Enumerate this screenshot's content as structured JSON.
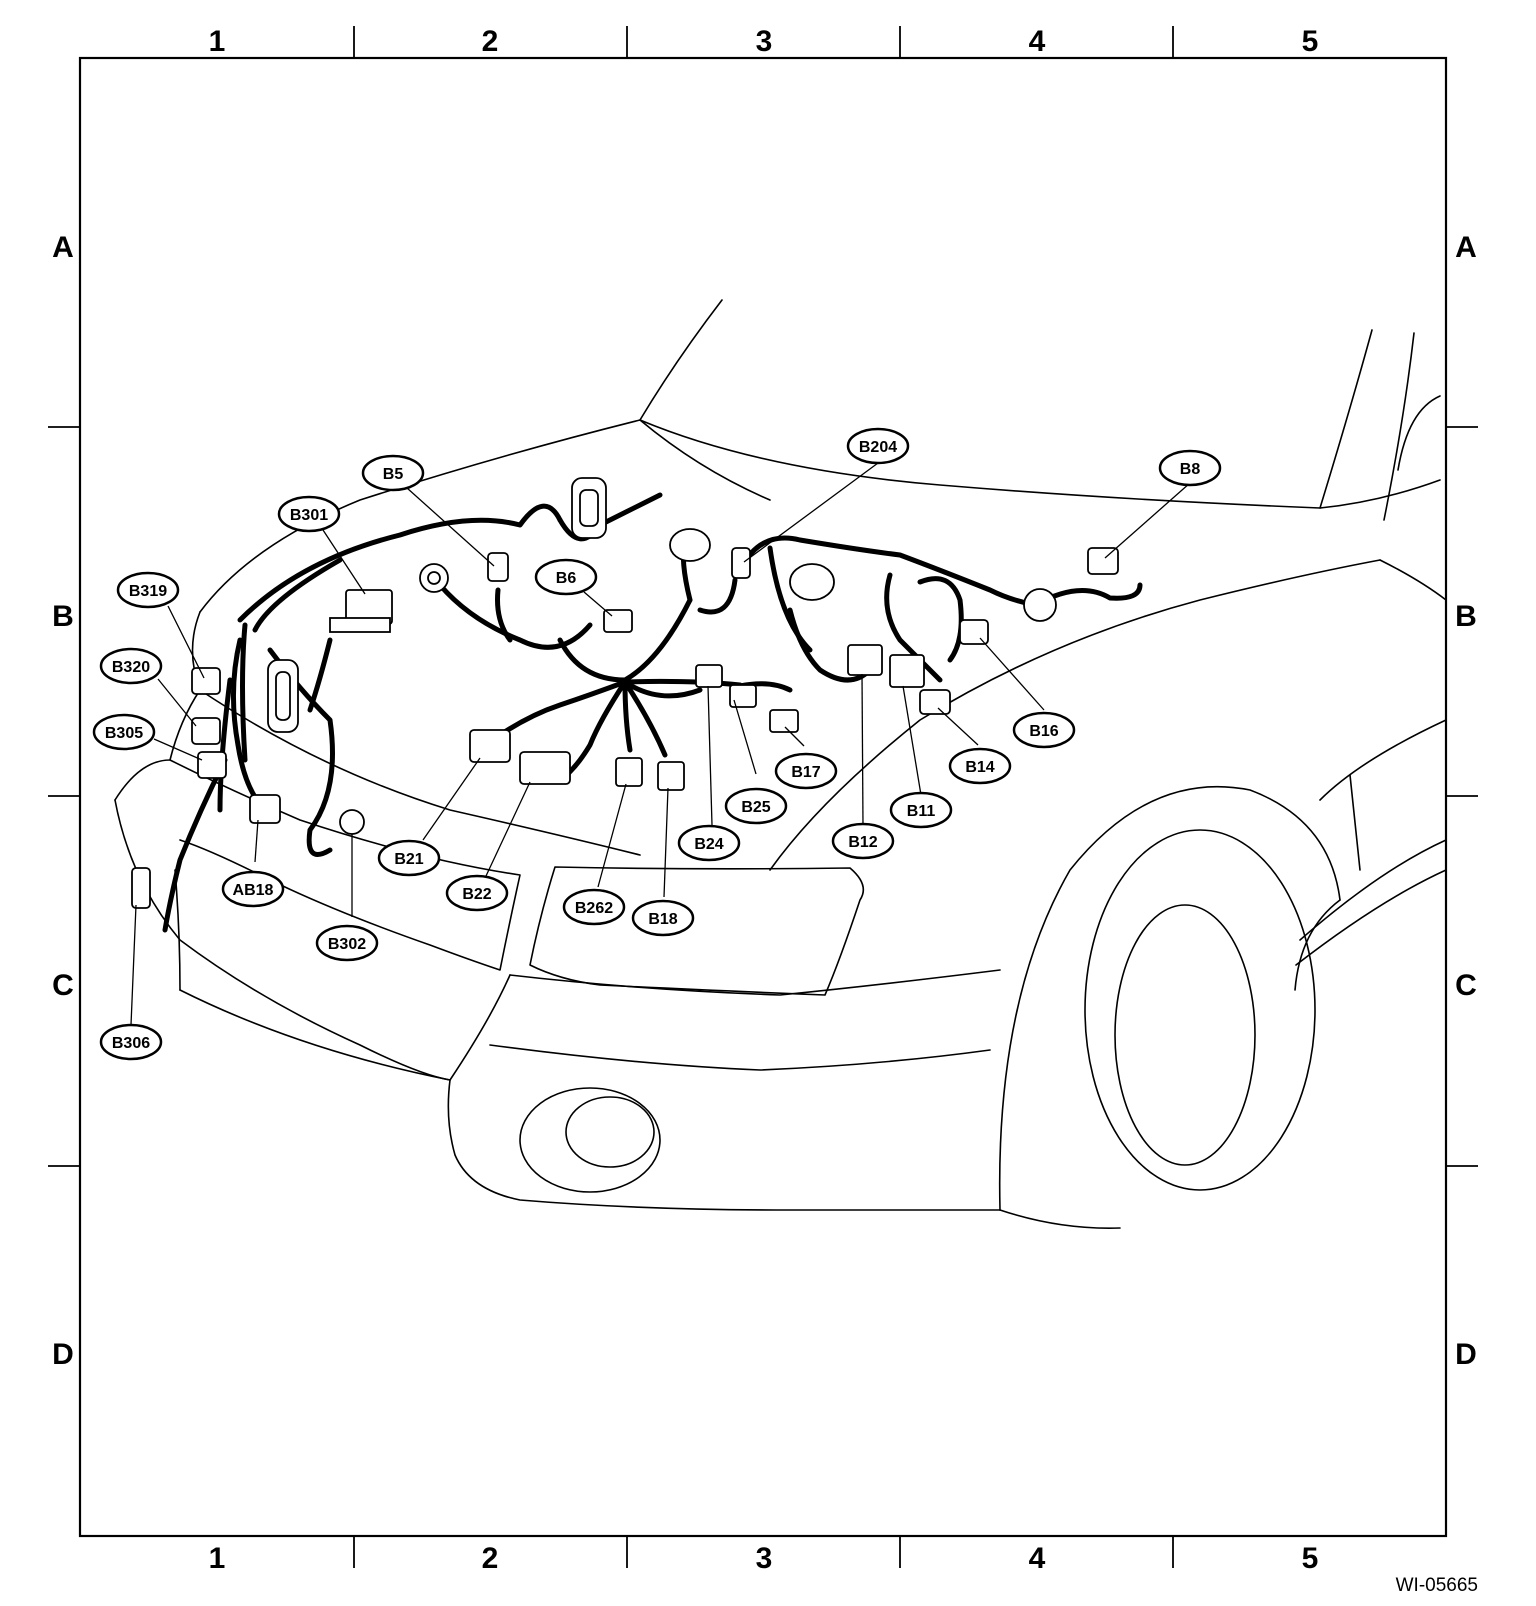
{
  "grid": {
    "columns": [
      "1",
      "2",
      "3",
      "4",
      "5"
    ],
    "rows": [
      "A",
      "B",
      "C",
      "D"
    ]
  },
  "figure_code": "WI-05665",
  "callouts": [
    {
      "id": "B204",
      "label": "B204"
    },
    {
      "id": "B5",
      "label": "B5"
    },
    {
      "id": "B8",
      "label": "B8"
    },
    {
      "id": "B301",
      "label": "B301"
    },
    {
      "id": "B6",
      "label": "B6"
    },
    {
      "id": "B319",
      "label": "B319"
    },
    {
      "id": "B320",
      "label": "B320"
    },
    {
      "id": "B305",
      "label": "B305"
    },
    {
      "id": "B16",
      "label": "B16"
    },
    {
      "id": "B14",
      "label": "B14"
    },
    {
      "id": "B17",
      "label": "B17"
    },
    {
      "id": "B25",
      "label": "B25"
    },
    {
      "id": "B11",
      "label": "B11"
    },
    {
      "id": "B21",
      "label": "B21"
    },
    {
      "id": "B24",
      "label": "B24"
    },
    {
      "id": "B12",
      "label": "B12"
    },
    {
      "id": "AB18",
      "label": "AB18"
    },
    {
      "id": "B22",
      "label": "B22"
    },
    {
      "id": "B262",
      "label": "B262"
    },
    {
      "id": "B18",
      "label": "B18"
    },
    {
      "id": "B302",
      "label": "B302"
    },
    {
      "id": "B306",
      "label": "B306"
    }
  ]
}
